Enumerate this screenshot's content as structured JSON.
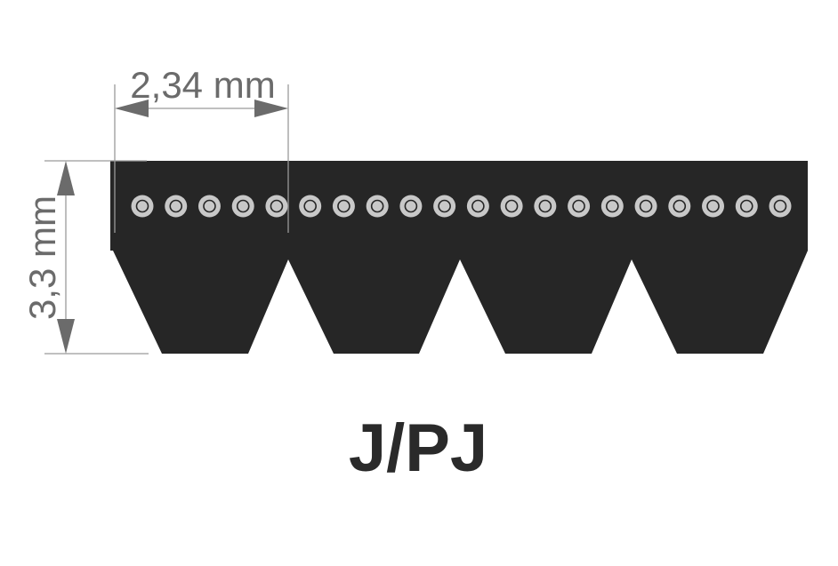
{
  "diagram": {
    "width_label": "2,34 mm",
    "height_label": "3,3 mm",
    "profile_label": "J/PJ",
    "rib_count": 4,
    "cord_count": 20,
    "colors": {
      "belt": "#262626",
      "cord": "#c8c8c8",
      "dimension": "#6b6b6b",
      "title": "#2a2a2a"
    }
  }
}
